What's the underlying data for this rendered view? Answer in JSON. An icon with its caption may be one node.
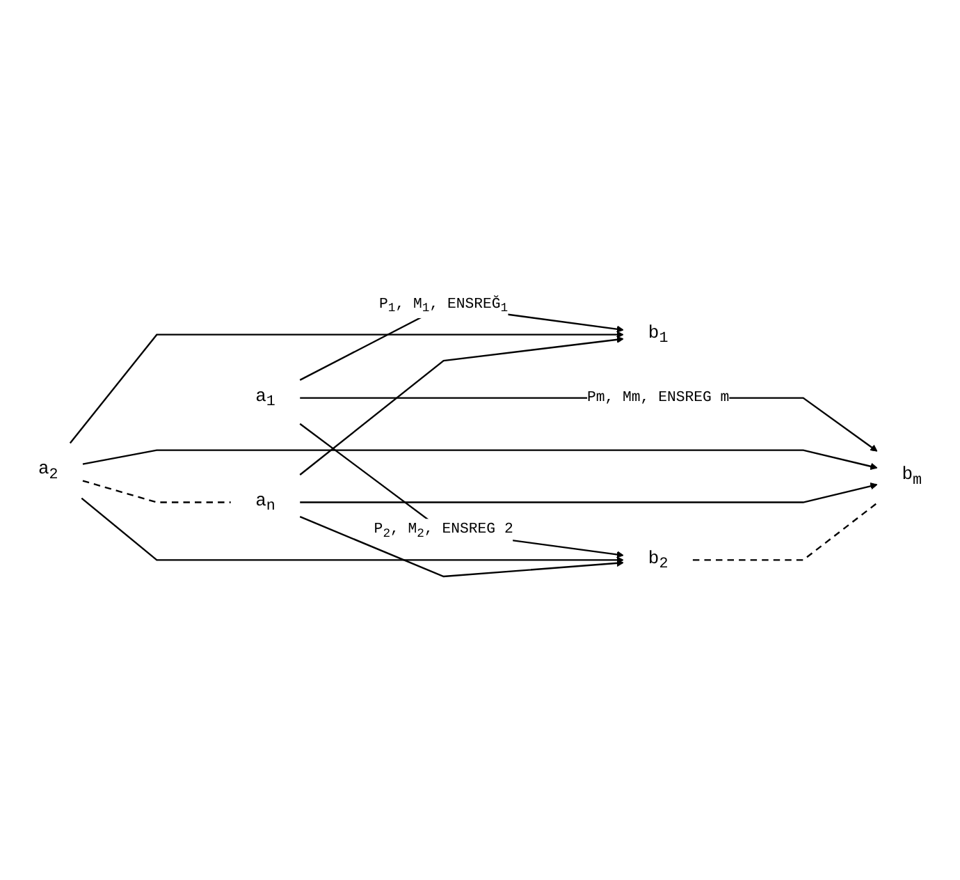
{
  "diagram": {
    "nodes": [
      {
        "text": [
          "a$_{1}$"
        ]
      },
      {
        "text": [
          "b$_{1}$"
        ]
      },
      {
        "text": [
          "a$_{2}$"
        ]
      },
      {
        "text": [
          "b$_{2}$"
        ]
      },
      {
        "text": [
          "a$_{n}$"
        ]
      },
      {
        "text": [
          "b$_{m}$"
        ]
      }
    ],
    "edges": [
      {
        "from": 0,
        "to": 1,
        "arrow": "to",
        "label": "P$_{1}$, M$_{1}$, ENSREĞ$_{1}$"
      },
      {
        "from": 0,
        "to": 3,
        "arrow": "to",
        "label": "P$_{2}$, M$_{2}$, ENSREG 2"
      },
      {
        "from": 0,
        "to": 5,
        "arrow": "to",
        "label": "Pm, Mm, ENSREG m"
      },
      {
        "from": 2,
        "to": 1,
        "arrow": "to"
      },
      {
        "from": 2,
        "to": 3,
        "arrow": "to"
      },
      {
        "from": 2,
        "to": 5,
        "arrow": "to"
      },
      {
        "from": 4,
        "to": 1,
        "arrow": "to"
      },
      {
        "from": 4,
        "to": 3,
        "arrow": "to"
      },
      {
        "from": 4,
        "to": 5,
        "arrow": "to"
      },
      {
        "from": 2,
        "to": 4,
        "arrow": "none",
        "style": "dashed"
      },
      {
        "from": 3,
        "to": 5,
        "arrow": "none",
        "style": "dashed"
      }
    ]
  }
}
